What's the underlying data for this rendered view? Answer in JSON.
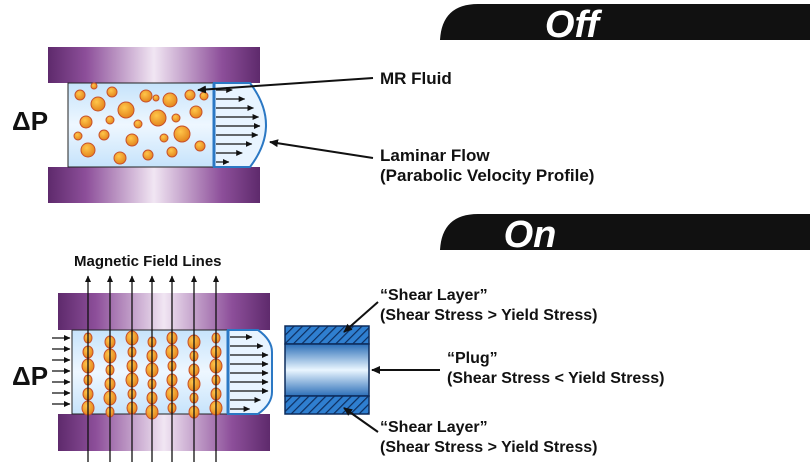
{
  "off": {
    "banner": "Off",
    "delta_p": "ΔP",
    "labels": {
      "mr_fluid": "MR Fluid",
      "laminar_flow_1": "Laminar Flow",
      "laminar_flow_2": "(Parabolic Velocity Profile)"
    }
  },
  "on": {
    "banner": "On",
    "delta_p": "ΔP",
    "labels": {
      "magnetic_field_lines": "Magnetic Field Lines",
      "shear_layer_top_1": "“Shear Layer”",
      "shear_layer_top_2": "(Shear Stress > Yield Stress)",
      "plug_1": "“Plug”",
      "plug_2": "(Shear Stress < Yield Stress)",
      "shear_layer_bottom_1": "“Shear Layer”",
      "shear_layer_bottom_2": "(Shear Stress > Yield Stress)"
    }
  },
  "colors": {
    "banner": "#111111",
    "plate_purple": "#7a3f86",
    "fluid": "#dcefff",
    "particle": "#f5a21a",
    "particle_edge": "#c8502a",
    "profile_blue": "#3a8fd8",
    "plug_blue": "#6ab2f0"
  }
}
